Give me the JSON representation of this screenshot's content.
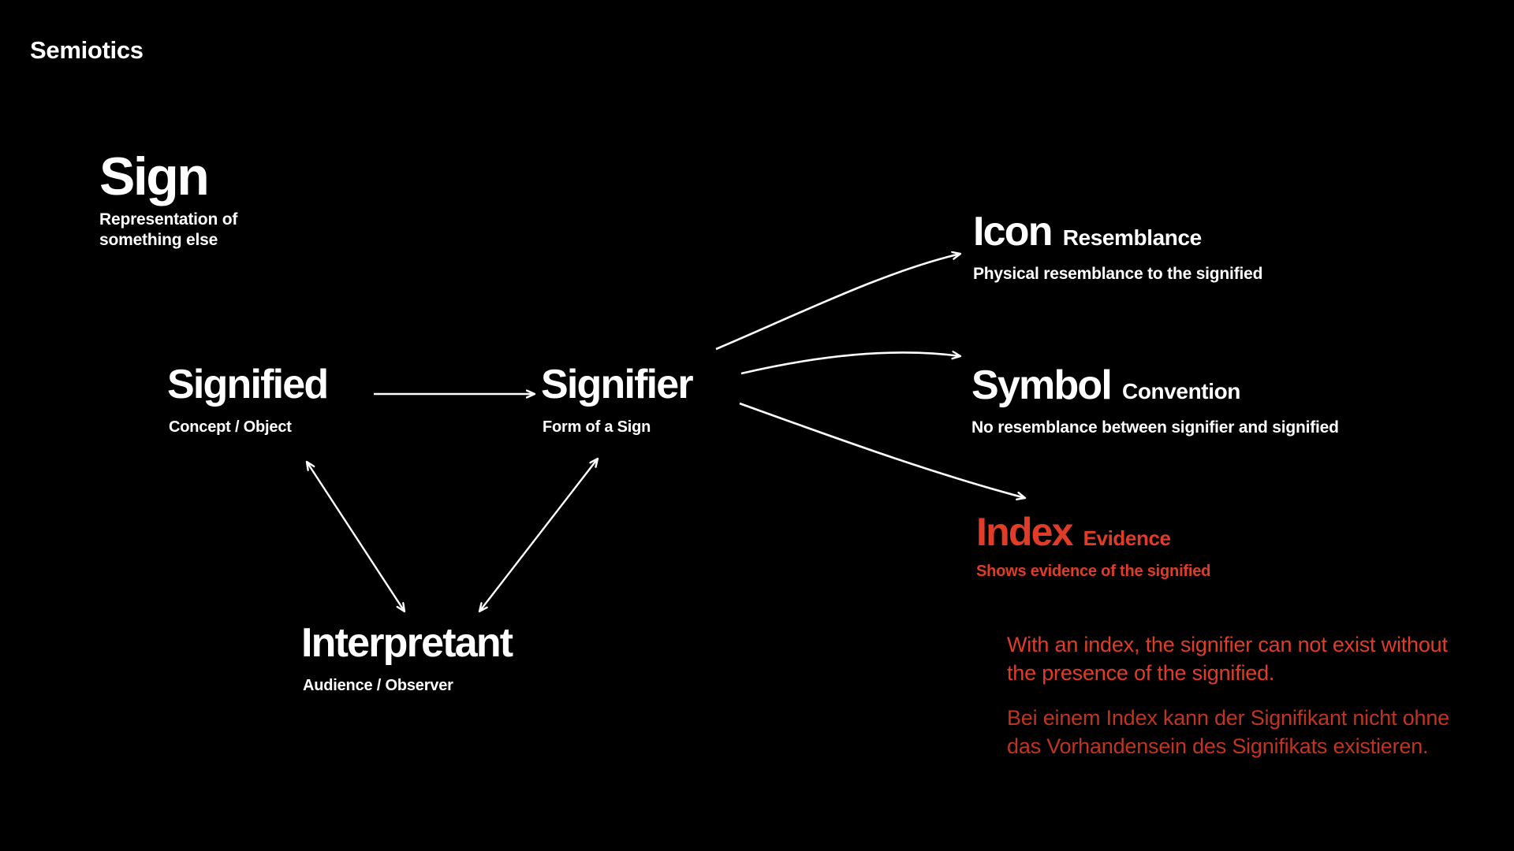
{
  "page": {
    "title": "Semiotics",
    "background_color": "#000000",
    "text_color": "#ffffff",
    "accent_color": "#E03C28",
    "accent_muted_color": "#BF3522"
  },
  "nodes": {
    "sign": {
      "title": "Sign",
      "subtitle": "Representation of\nsomething else"
    },
    "signified": {
      "title": "Signified",
      "subtitle": "Concept / Object"
    },
    "signifier": {
      "title": "Signifier",
      "subtitle": "Form of a Sign"
    },
    "interpretant": {
      "title": "Interpretant",
      "subtitle": "Audience / Observer"
    }
  },
  "branches": [
    {
      "name": "Icon",
      "kind": "Resemblance",
      "description": "Physical resemblance to the signified",
      "color": "#ffffff"
    },
    {
      "name": "Symbol",
      "kind": "Convention",
      "description": "No resemblance between signifier and signified",
      "color": "#ffffff"
    },
    {
      "name": "Index",
      "kind": "Evidence",
      "description": "Shows evidence of the signified",
      "color": "#E03C28"
    }
  ],
  "index_notes": {
    "english": "With an index, the signifier can not exist without the presence of the signified.",
    "german": "Bei einem Index kann der Signifikant nicht ohne das Vorhandensein des Signifikats existieren."
  },
  "connectors": [
    {
      "name": "signified-to-signifier",
      "from": "Signified",
      "to": "Signifier",
      "style": "straight",
      "heads": "single"
    },
    {
      "name": "signified-to-interpretant",
      "from": "Signified",
      "to": "Interpretant",
      "style": "straight",
      "heads": "double"
    },
    {
      "name": "interpretant-to-signifier",
      "from": "Interpretant",
      "to": "Signifier",
      "style": "straight",
      "heads": "double"
    },
    {
      "name": "signifier-to-icon",
      "from": "Signifier",
      "to": "Icon",
      "style": "curved",
      "heads": "single"
    },
    {
      "name": "signifier-to-symbol",
      "from": "Signifier",
      "to": "Symbol",
      "style": "curved",
      "heads": "single"
    },
    {
      "name": "signifier-to-index",
      "from": "Signifier",
      "to": "Index",
      "style": "curved",
      "heads": "single"
    }
  ]
}
